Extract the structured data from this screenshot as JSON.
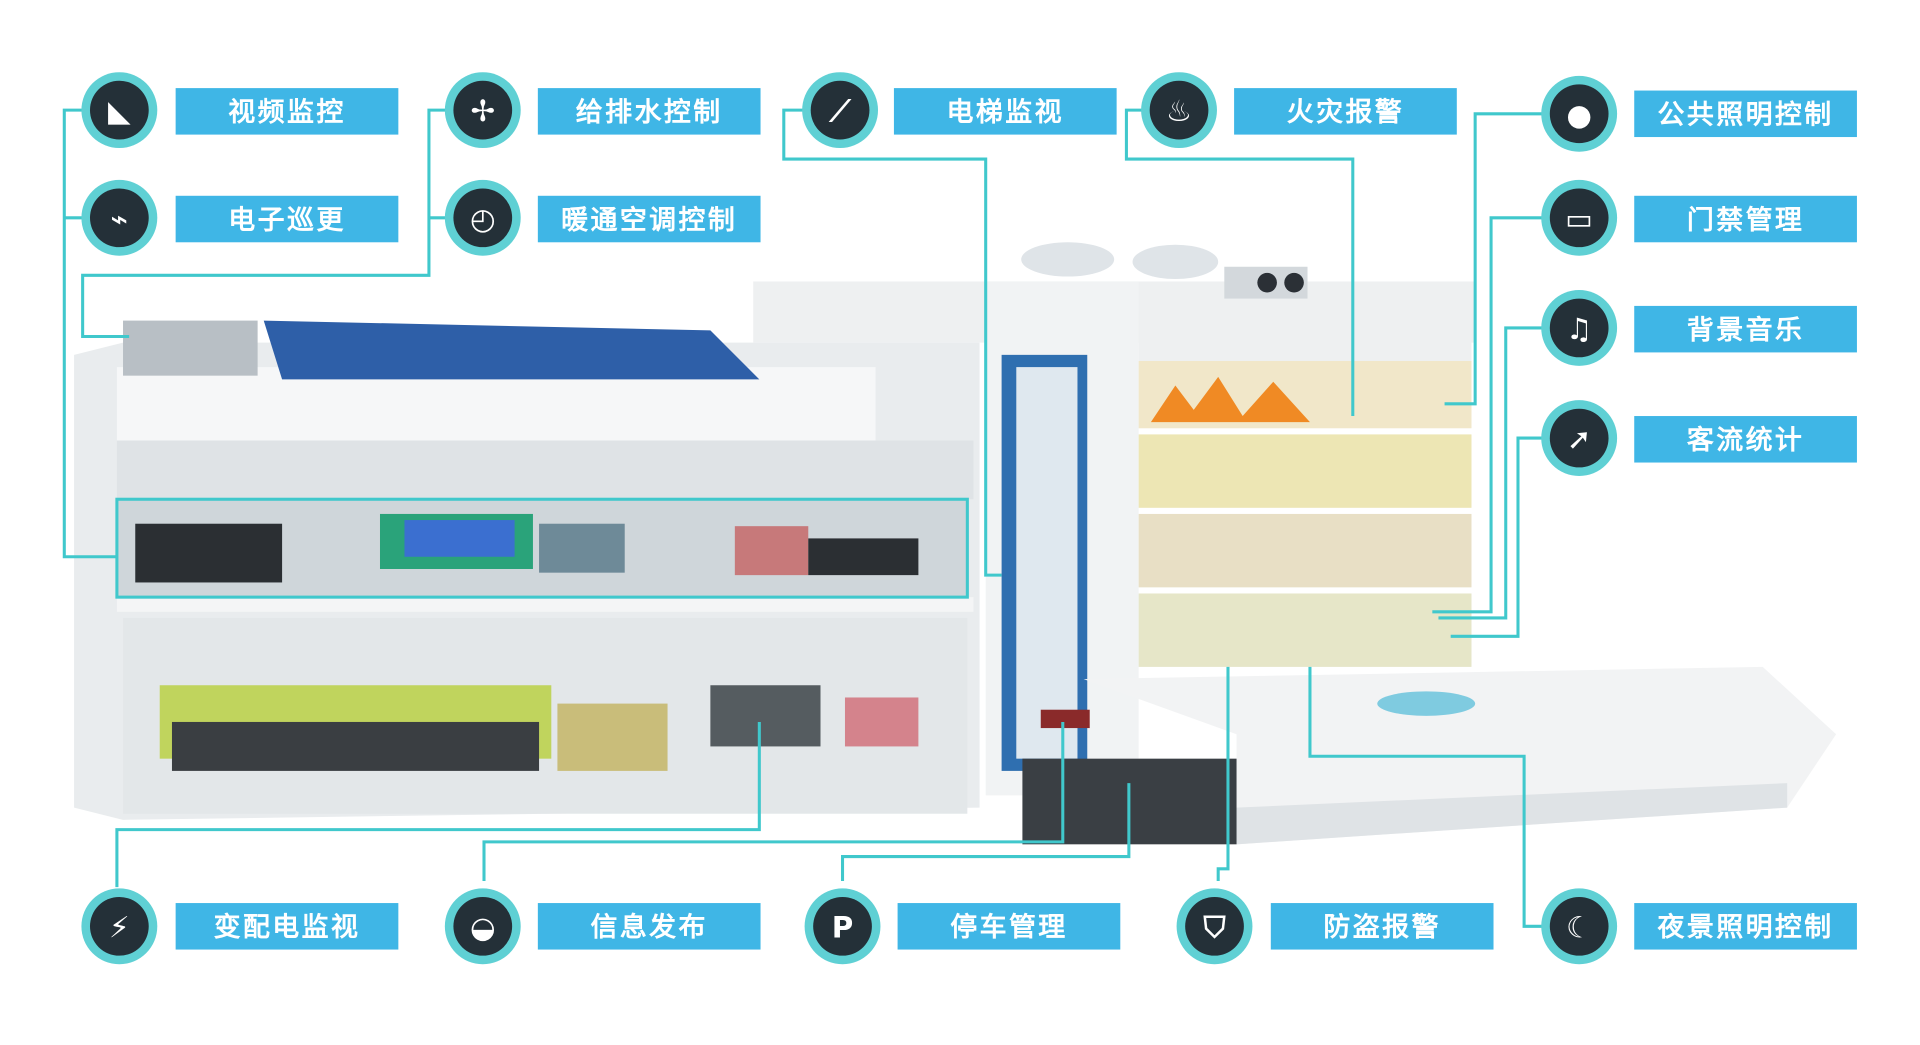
{
  "title": "智能建筑系统示意图",
  "colors": {
    "label_bg": "#3fb6e6",
    "connector": "#40c8cc",
    "icon_disc": "#243038"
  },
  "systems": {
    "video": {
      "label": "视频监控",
      "icon": "camera-icon",
      "glyph": "◣"
    },
    "patrol": {
      "label": "电子巡更",
      "icon": "patrol-wand-icon",
      "glyph": "⌁"
    },
    "water": {
      "label": "给排水控制",
      "icon": "fan-icon",
      "glyph": "✢"
    },
    "hvac": {
      "label": "暖通空调控制",
      "icon": "thermometer-icon",
      "glyph": "◴"
    },
    "elevator": {
      "label": "电梯监视",
      "icon": "escalator-icon",
      "glyph": "⟋"
    },
    "fire": {
      "label": "火灾报警",
      "icon": "flame-icon",
      "glyph": "♨"
    },
    "lighting": {
      "label": "公共照明控制",
      "icon": "lightbulb-icon",
      "glyph": "●"
    },
    "access": {
      "label": "门禁管理",
      "icon": "access-card-icon",
      "glyph": "▭"
    },
    "music": {
      "label": "背景音乐",
      "icon": "music-note-icon",
      "glyph": "♫"
    },
    "traffic": {
      "label": "客流统计",
      "icon": "trend-arrow-icon",
      "glyph": "➚"
    },
    "power": {
      "label": "变配电监视",
      "icon": "lightning-icon",
      "glyph": "⚡"
    },
    "info": {
      "label": "信息发布",
      "icon": "message-icon",
      "glyph": "◒"
    },
    "parking": {
      "label": "停车管理",
      "icon": "parking-icon",
      "glyph": "P"
    },
    "theft": {
      "label": "防盗报警",
      "icon": "shield-icon",
      "glyph": "⛉"
    },
    "night": {
      "label": "夜景照明控制",
      "icon": "moon-icon",
      "glyph": "☾"
    }
  }
}
